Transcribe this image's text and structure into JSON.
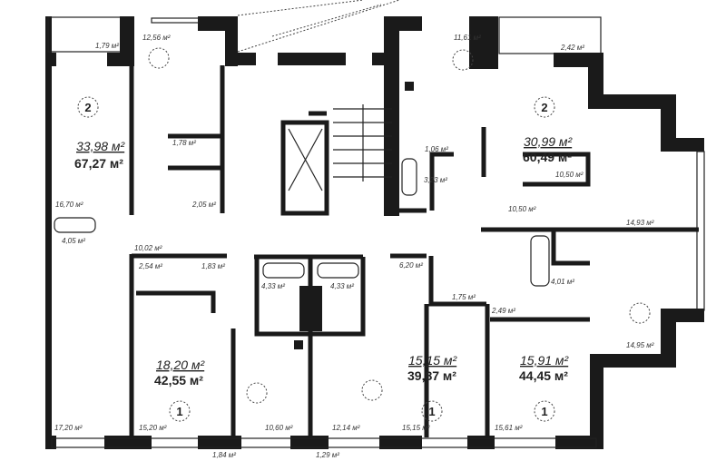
{
  "title": "Floor plan",
  "apartments": [
    {
      "rooms": "2",
      "living_area": "33,98 м²",
      "total_area": "67,27 м²",
      "areas": [
        "1,79 м²",
        "12,56 м²",
        "16,70 м²",
        "1,78 м²",
        "2,05 м²",
        "4,05 м²",
        "10,02 м²",
        "17,20 м²"
      ]
    },
    {
      "rooms": "2",
      "living_area": "30,99 м²",
      "total_area": "60,49 м²",
      "areas": [
        "11,61 м²",
        "2,42 м²",
        "1,06 м²",
        "3,23 м²",
        "10,50 м²",
        "10,50 м²",
        "14,93 м²"
      ]
    },
    {
      "rooms": "1",
      "living_area": "18,20 м²",
      "total_area": "42,55 м²",
      "areas": [
        "2,54 м²",
        "1,83 м²",
        "4,33 м²",
        "15,20 м²",
        "10,60 м²",
        "1,84 м²"
      ]
    },
    {
      "rooms": "1",
      "living_area": "15,15 м²",
      "total_area": "39,87 м²",
      "areas": [
        "4,33 м²",
        "12,14 м²",
        "1,29 м²",
        "6,20 м²",
        "1,75 м²",
        "15,15 м²"
      ]
    },
    {
      "rooms": "1",
      "living_area": "15,91 м²",
      "total_area": "44,45 м²",
      "areas": [
        "4,01 м²",
        "2,49 м²",
        "14,95 м²",
        "15,61 м²"
      ]
    }
  ]
}
